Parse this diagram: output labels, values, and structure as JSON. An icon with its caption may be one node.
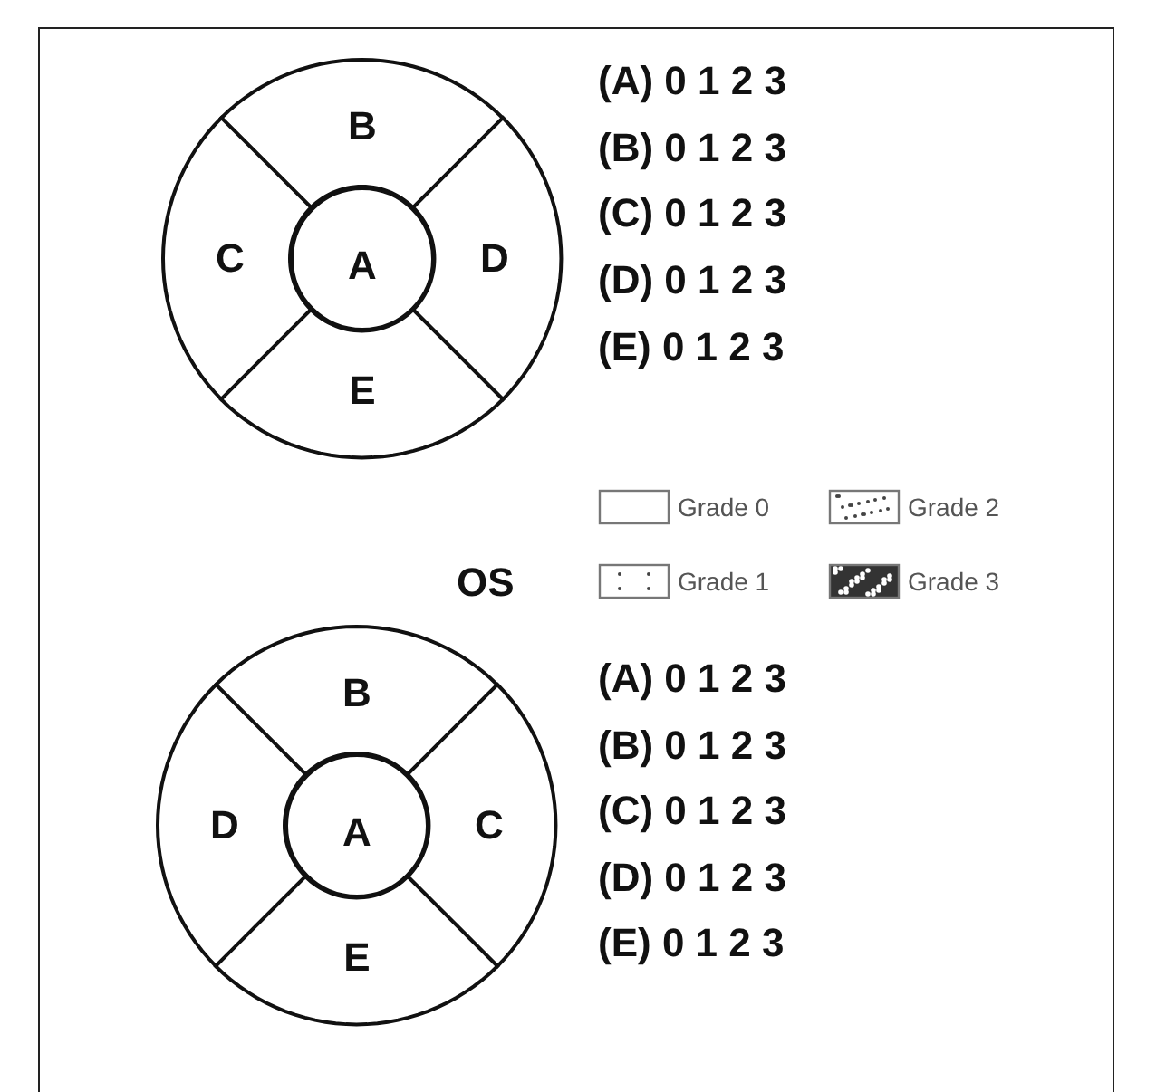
{
  "diagram": {
    "nodes": [
      {
        "text": [
          "B"
        ]
      },
      {
        "text": [
          "C"
        ]
      },
      {
        "text": [
          "A"
        ]
      },
      {
        "text": [
          "D"
        ]
      },
      {
        "text": [
          "E"
        ]
      },
      {
        "text": [
          "B"
        ]
      },
      {
        "text": [
          "D"
        ]
      },
      {
        "text": [
          "A"
        ]
      },
      {
        "text": [
          "C"
        ]
      },
      {
        "text": [
          "E"
        ]
      }
    ],
    "labels": [
      "(A) 0 1 2 3",
      "(B) 0 1 2 3",
      "(C) 0 1 2 3",
      "(D) 0 1 2 3",
      "(E) 0 1 2 3",
      "OS",
      "(A) 0 1 2 3",
      "(B) 0 1 2 3",
      "(C) 0 1 2 3",
      "(D) 0 1 2 3",
      "(E) 0 1 2 3"
    ],
    "legend": [
      {
        "text": "Grade 0"
      },
      {
        "text": "Grade 2"
      },
      {
        "text": "Grade 1"
      },
      {
        "text": "Grade 3"
      }
    ]
  }
}
